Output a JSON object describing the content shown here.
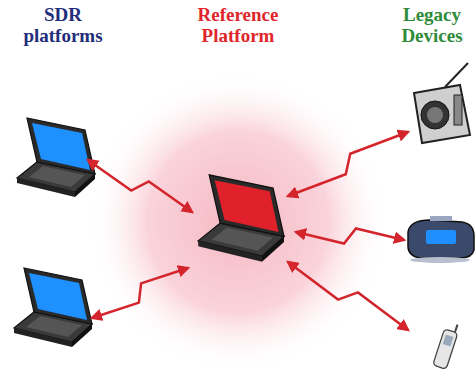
{
  "diagram": {
    "labels": [
      "SDR platforms",
      "Reference Platform",
      "Legacy Devices"
    ]
  }
}
